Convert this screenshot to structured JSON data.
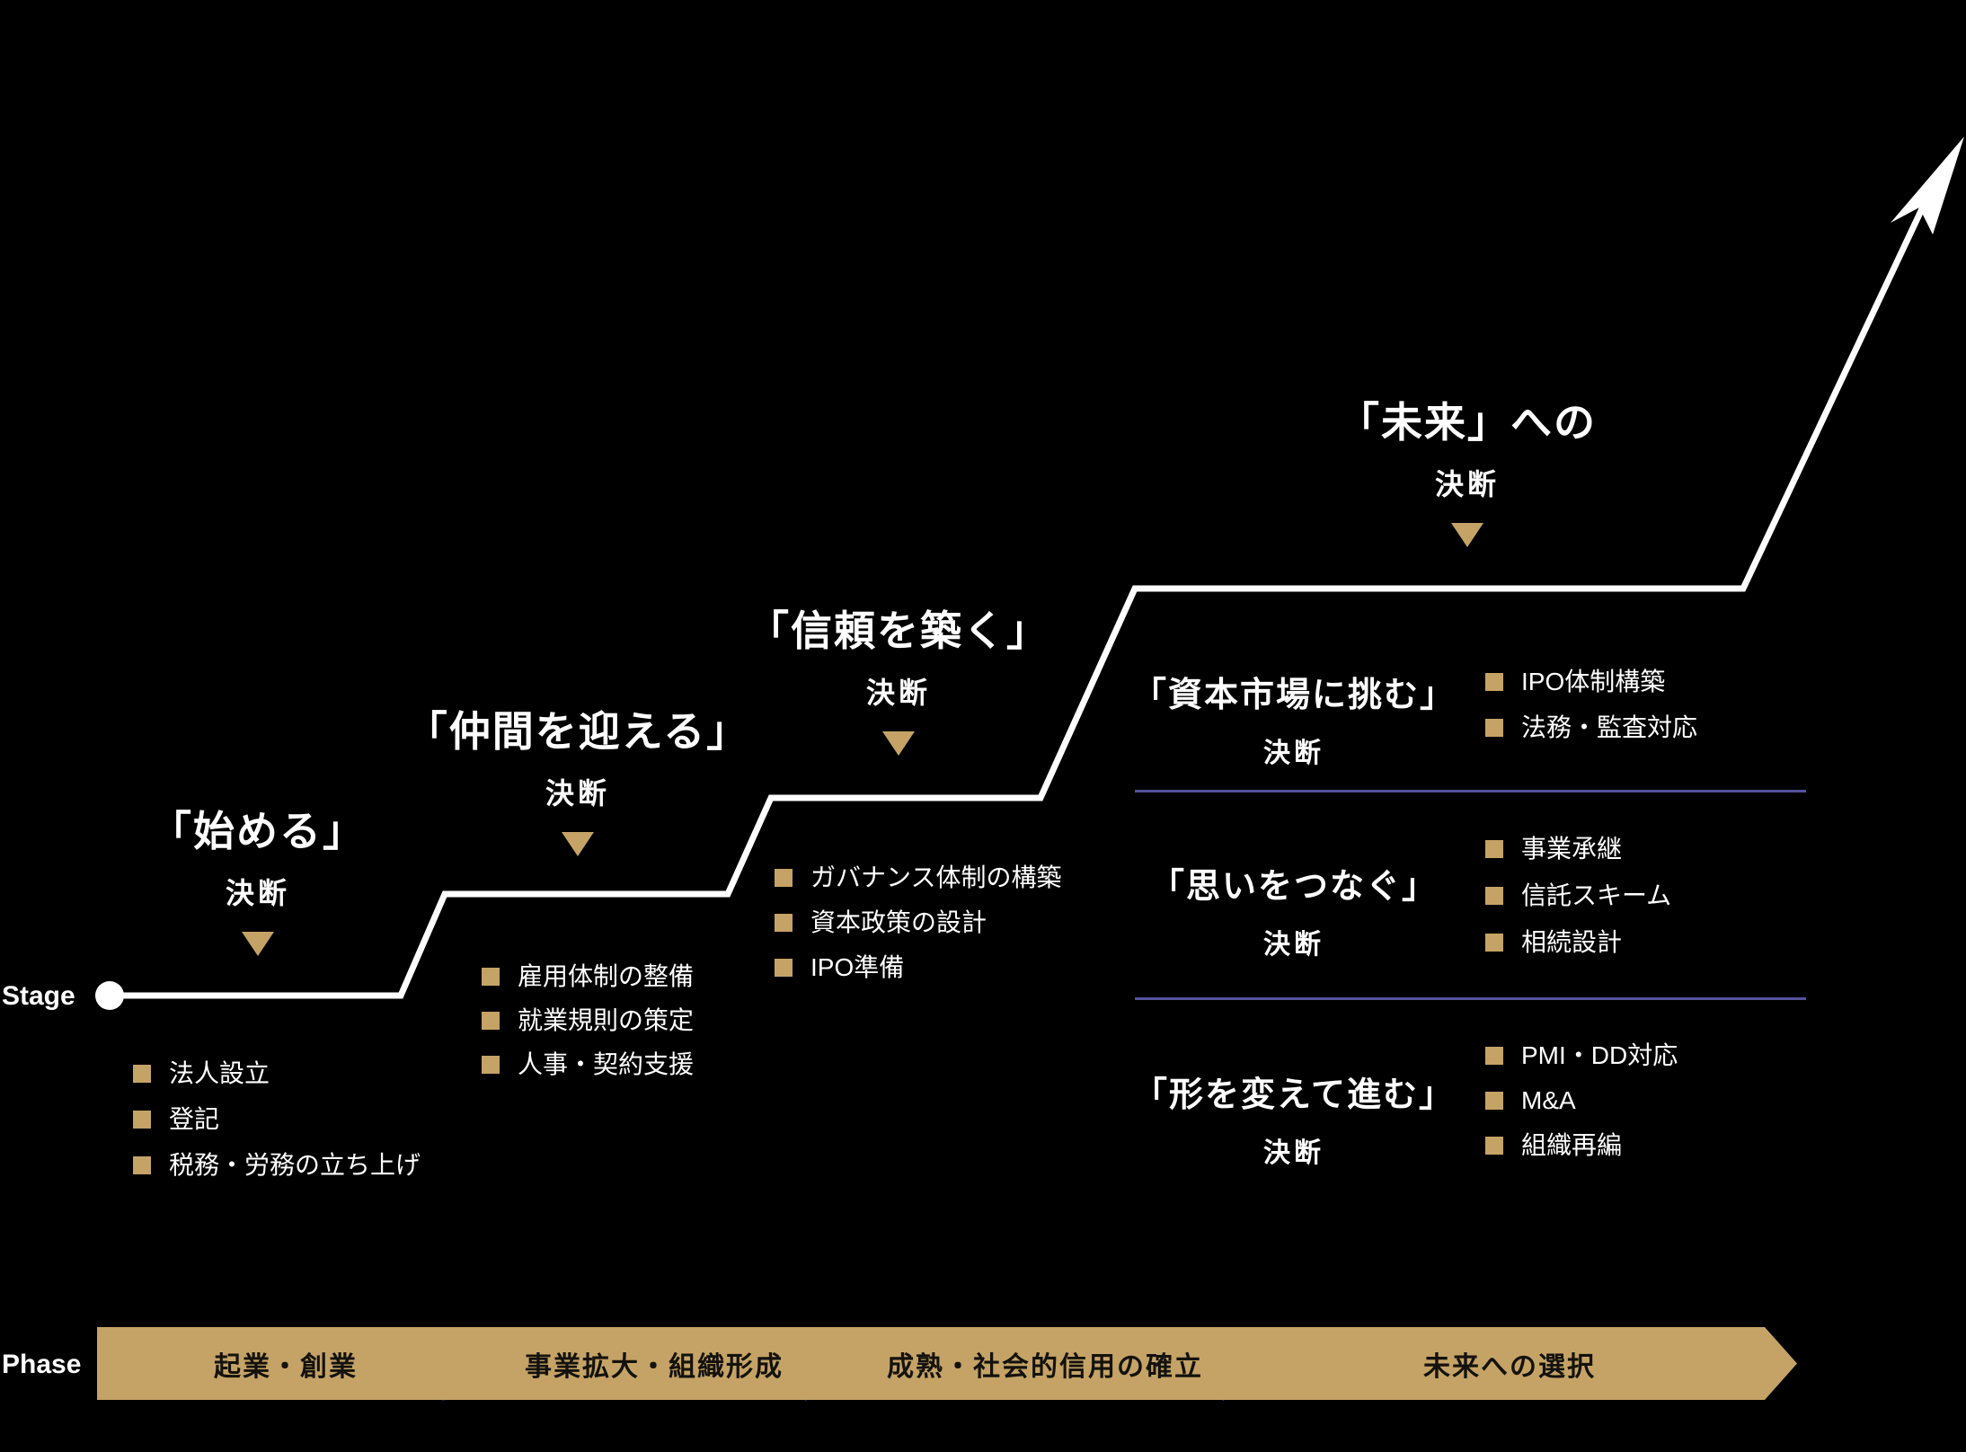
{
  "colors": {
    "background": "#000000",
    "gold_accent": "#c5a366",
    "navy_chevron": "#2d2a85",
    "divider_purple": "#55519b",
    "text_white": "#ffffff",
    "phase_text": "#14120d"
  },
  "axis": {
    "stage_label": "Stage",
    "phase_label": "Phase"
  },
  "stages": [
    {
      "title": "「始める」",
      "subtitle": "決断",
      "items": [
        "法人設立",
        "登記",
        "税務・労務の立ち上げ"
      ]
    },
    {
      "title": "「仲間を迎える」",
      "subtitle": "決断",
      "items": [
        "雇用体制の整備",
        "就業規則の策定",
        "人事・契約支援"
      ]
    },
    {
      "title": "「信頼を築く」",
      "subtitle": "決断",
      "items": [
        "ガバナンス体制の構築",
        "資本政策の設計",
        "IPO準備"
      ]
    },
    {
      "title": "「未来」への",
      "subtitle": "決断"
    }
  ],
  "future_options": [
    {
      "title": "「資本市場に挑む」",
      "subtitle": "決断",
      "items": [
        "IPO体制構築",
        "法務・監査対応"
      ]
    },
    {
      "title": "「思いをつなぐ」",
      "subtitle": "決断",
      "items": [
        "事業承継",
        "信託スキーム",
        "相続設計"
      ]
    },
    {
      "title": "「形を変えて進む」",
      "subtitle": "決断",
      "items": [
        "PMI・DD対応",
        "M&A",
        "組織再編"
      ]
    }
  ],
  "phases": [
    "起業・創業",
    "事業拡大・組織形成",
    "成熟・社会的信用の確立",
    "未来への選択"
  ]
}
